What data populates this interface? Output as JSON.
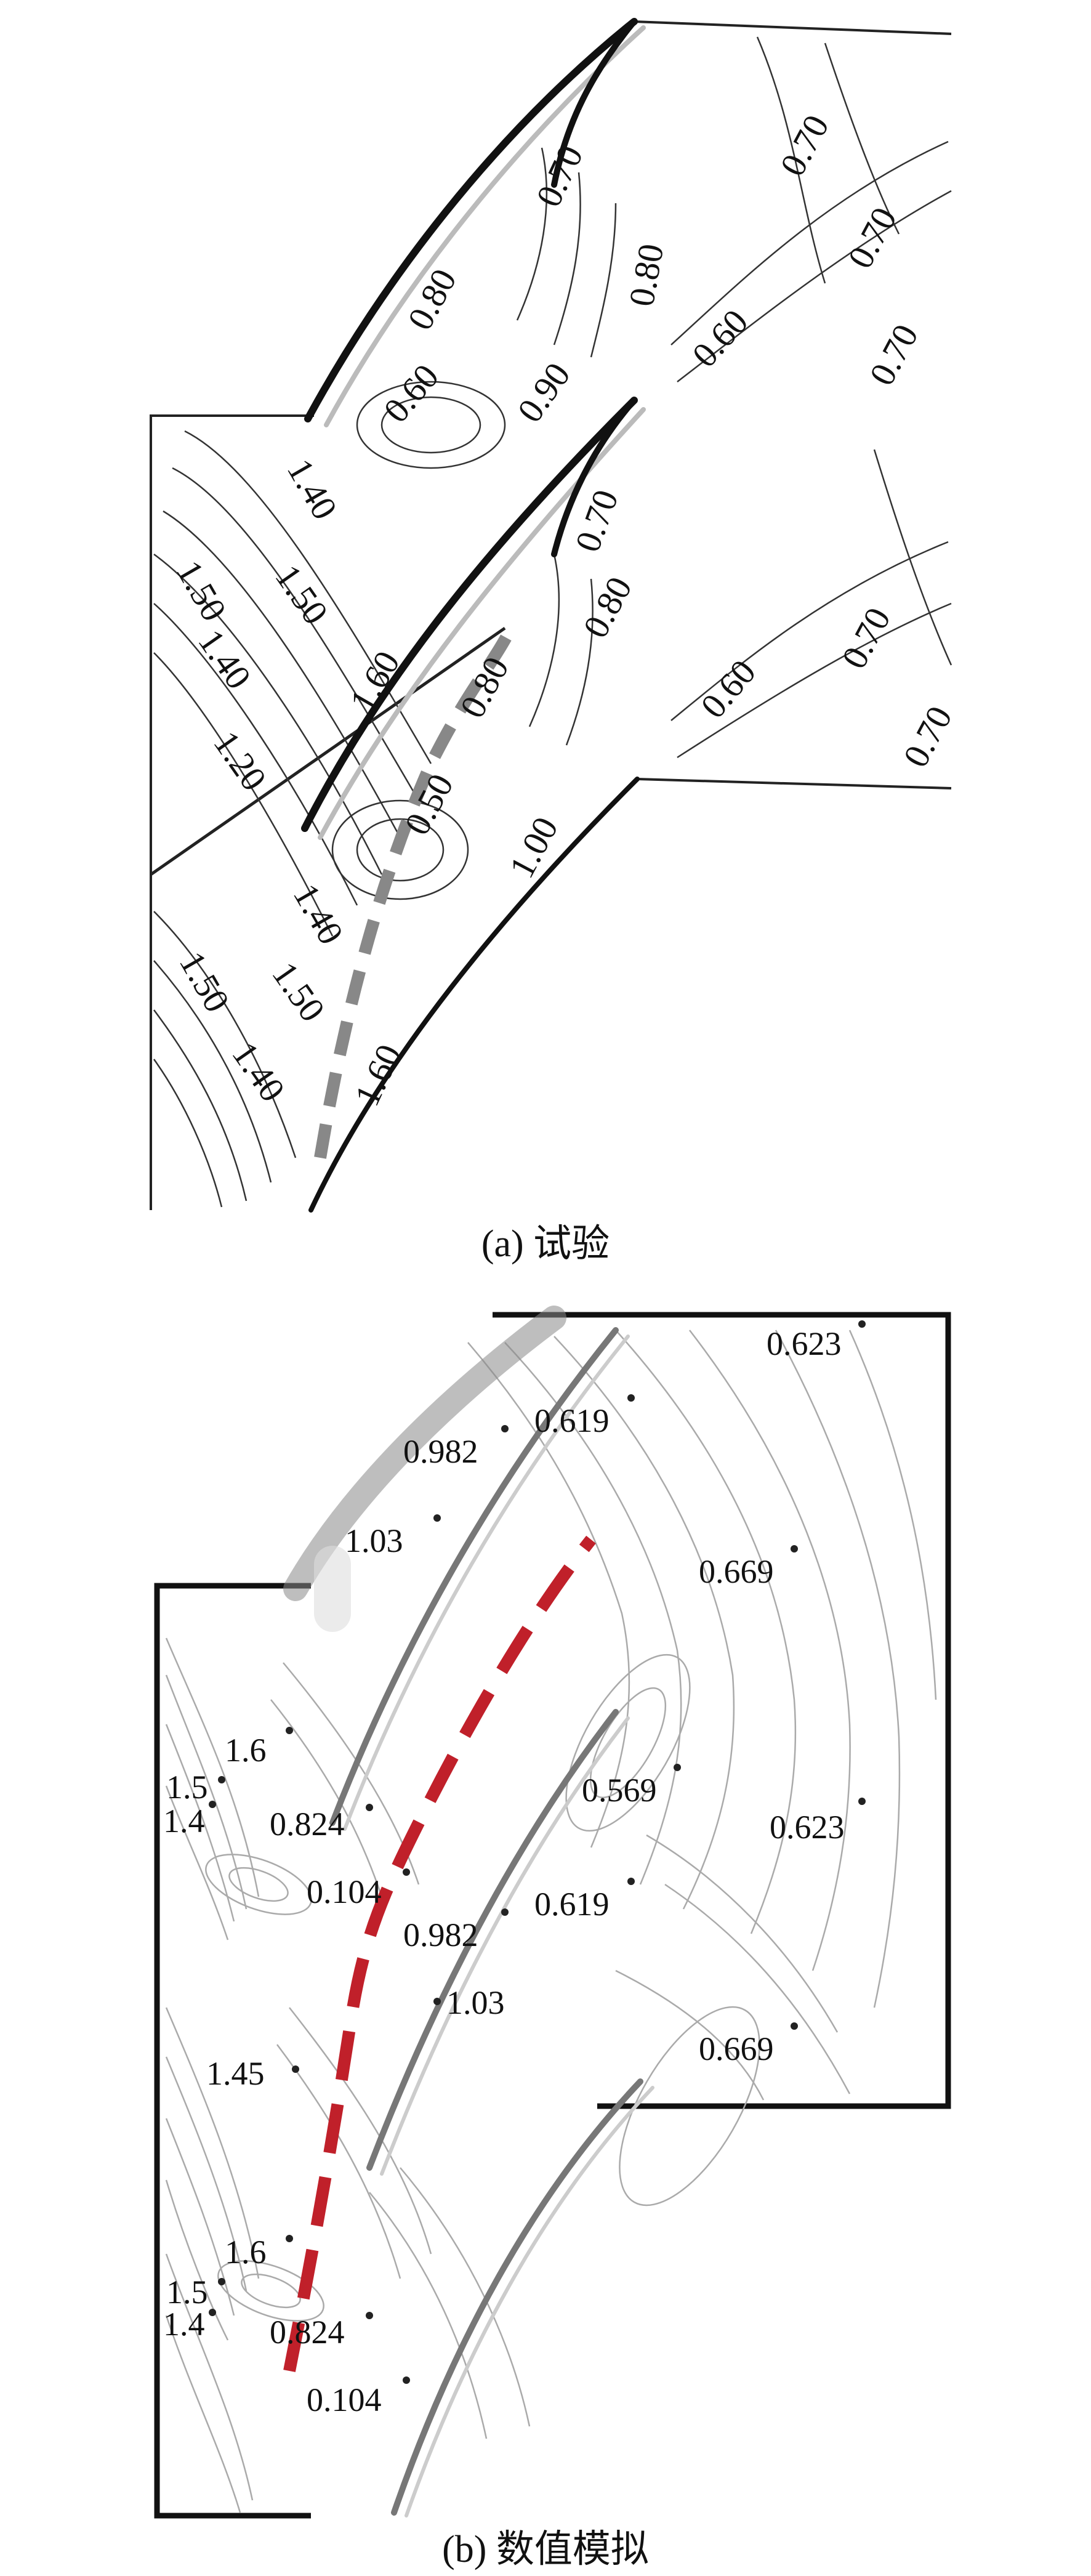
{
  "panel_a": {
    "caption": "(a) 试验",
    "contour_labels": [
      "0.70",
      "0.70",
      "0.70",
      "0.70",
      "0.80",
      "0.80",
      "0.60",
      "0.60",
      "0.90",
      "1.40",
      "1.50",
      "1.50",
      "1.40",
      "1.20",
      "1.60",
      "0.70",
      "0.80",
      "0.80",
      "0.50",
      "0.60",
      "0.70",
      "0.70",
      "1.00",
      "1.40",
      "1.50",
      "1.50",
      "1.40",
      "1.60"
    ]
  },
  "panel_b": {
    "caption": "(b) 数值模拟",
    "contour_labels": [
      "0.623",
      "0.619",
      "0.982",
      "1.03",
      "0.669",
      "1.6",
      "1.5",
      "1.4",
      "0.824",
      "0.569",
      "0.623",
      "0.104",
      "0.619",
      "0.982",
      "1.03",
      "1.45",
      "0.669",
      "1.6",
      "1.5",
      "1.4",
      "0.824",
      "0.104"
    ],
    "sonic_line_color": "#c0202a"
  }
}
